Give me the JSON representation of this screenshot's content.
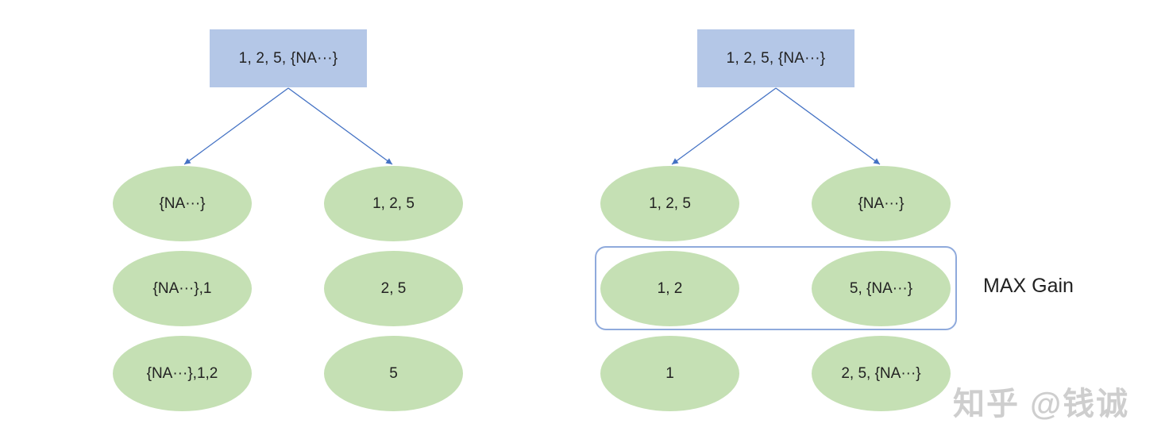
{
  "trees": [
    {
      "root": "1, 2, 5, {NA···}",
      "rows": [
        {
          "left": "{NA···}",
          "right": "1, 2, 5"
        },
        {
          "left": "{NA···},1",
          "right": "2, 5"
        },
        {
          "left": "{NA···},1,2",
          "right": "5"
        }
      ]
    },
    {
      "root": "1, 2, 5, {NA···}",
      "rows": [
        {
          "left": "1, 2, 5",
          "right": "{NA···}"
        },
        {
          "left": "1, 2",
          "right": "5, {NA···}"
        },
        {
          "left": "1",
          "right": "2, 5, {NA···}"
        }
      ]
    }
  ],
  "annotation": "MAX Gain",
  "watermark": "知乎 @钱诚",
  "colors": {
    "root_fill": "#b4c7e7",
    "node_fill": "#c5e0b4",
    "edge": "#4472c4",
    "highlight_border": "#8faadc"
  }
}
